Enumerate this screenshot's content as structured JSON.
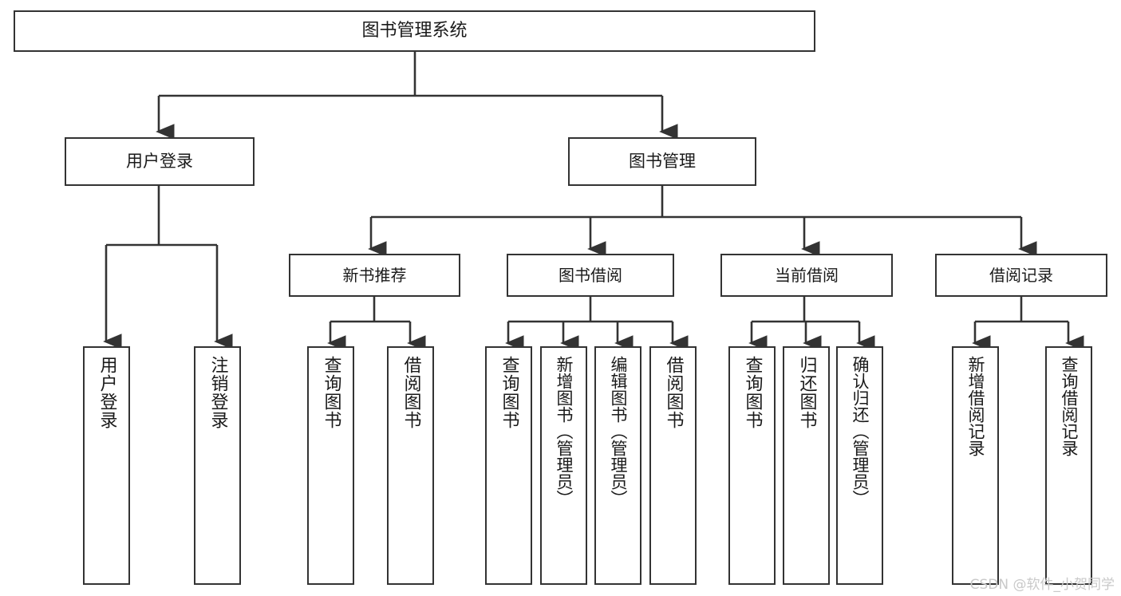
{
  "diagram": {
    "title": "图书管理系统",
    "type": "hierarchy-tree",
    "style": {
      "background": "#ffffff",
      "box_border": "#333333",
      "connector": "#333333",
      "text": "#1a1a1a",
      "watermark": "#c9c9c9"
    },
    "root": {
      "label": "图书管理系统"
    },
    "tier1": [
      {
        "label": "用户登录"
      },
      {
        "label": "图书管理"
      }
    ],
    "tier2": [
      {
        "label": "新书推荐"
      },
      {
        "label": "图书借阅"
      },
      {
        "label": "当前借阅"
      },
      {
        "label": "借阅记录"
      }
    ],
    "leaves": {
      "user_login": [
        {
          "label": "用户登录"
        },
        {
          "label": "注销登录"
        }
      ],
      "new_book": [
        {
          "label": "查询图书"
        },
        {
          "label": "借阅图书"
        }
      ],
      "borrow": [
        {
          "label": "查询图书"
        },
        {
          "label": "新增图书（管理员）"
        },
        {
          "label": "编辑图书（管理员）"
        },
        {
          "label": "借阅图书"
        }
      ],
      "current": [
        {
          "label": "查询图书"
        },
        {
          "label": "归还图书"
        },
        {
          "label": "确认归还（管理员）"
        }
      ],
      "records": [
        {
          "label": "新增借阅记录"
        },
        {
          "label": "查询借阅记录"
        }
      ]
    }
  },
  "watermark": {
    "text": "CSDN @软件_小贺同学"
  }
}
